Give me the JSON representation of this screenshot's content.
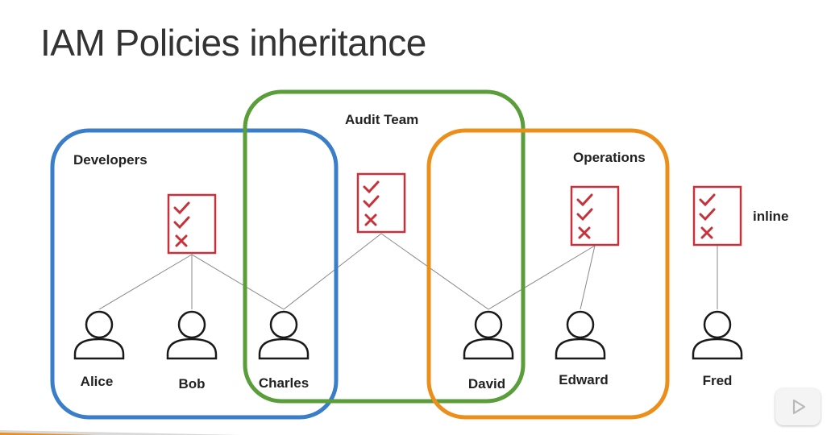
{
  "slide": {
    "title": "IAM Policies inheritance"
  },
  "groups": [
    {
      "id": "developers",
      "label": "Developers",
      "color": "#3a7dc8"
    },
    {
      "id": "audit-team",
      "label": "Audit Team",
      "color": "#5a9e3a"
    },
    {
      "id": "operations",
      "label": "Operations",
      "color": "#ec8f1a"
    }
  ],
  "inline_label": "inline",
  "users": [
    {
      "id": "alice",
      "name": "Alice"
    },
    {
      "id": "bob",
      "name": "Bob"
    },
    {
      "id": "charles",
      "name": "Charles"
    },
    {
      "id": "david",
      "name": "David"
    },
    {
      "id": "edward",
      "name": "Edward"
    },
    {
      "id": "fred",
      "name": "Fred"
    }
  ],
  "policies": [
    {
      "id": "developers-policy",
      "attached_to": "Developers",
      "marks": [
        "check",
        "check",
        "cross"
      ]
    },
    {
      "id": "audit-policy",
      "attached_to": "Audit Team",
      "marks": [
        "check",
        "check",
        "cross"
      ]
    },
    {
      "id": "operations-policy",
      "attached_to": "Operations",
      "marks": [
        "check",
        "check",
        "cross"
      ]
    },
    {
      "id": "inline-policy",
      "attached_to": "inline",
      "marks": [
        "check",
        "check",
        "cross"
      ]
    }
  ],
  "colors": {
    "policy_red": "#c8303a",
    "connector": "#888888",
    "person": "#1a1a1a"
  },
  "icons": {
    "policy": "checklist-icon",
    "user": "user-icon",
    "player": "play-icon"
  }
}
